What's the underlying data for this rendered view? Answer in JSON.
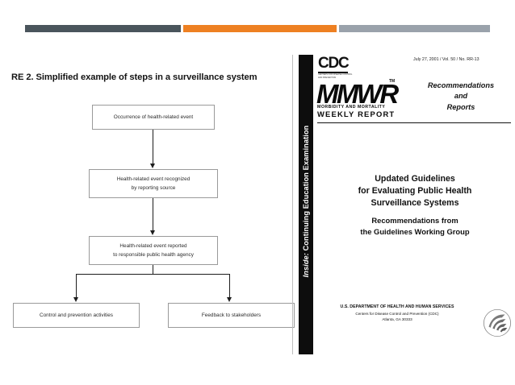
{
  "top_bar": {
    "segments": [
      {
        "name": "dark",
        "color": "#4a555c"
      },
      {
        "name": "orange",
        "color": "#ee8022"
      },
      {
        "name": "gray",
        "color": "#9aa2ab"
      }
    ]
  },
  "flowchart": {
    "title": "RE 2. Simplified example of steps in a surveillance system",
    "boxes": [
      {
        "id": "occurrence",
        "line1": "Occurrence of health-related event",
        "line2": ""
      },
      {
        "id": "recognized",
        "line1": "Health-related event recognized",
        "line2": "by reporting source"
      },
      {
        "id": "reported",
        "line1": "Health-related event reported",
        "line2": "to responsible public health agency"
      },
      {
        "id": "control",
        "line1": "Control and prevention activities",
        "line2": ""
      },
      {
        "id": "feedback",
        "line1": "Feedback to stakeholders",
        "line2": ""
      }
    ]
  },
  "cover": {
    "inside_label_italic": "Inside:",
    "inside_label_rest": " Continuing Education Examination",
    "cdc_logo": "CDC",
    "cdc_tagline": "CENTERS FOR DISEASE CONTROL AND PREVENTION",
    "issue_line": "July 27, 2001 / Vol. 50 / No. RR-13",
    "mmwr_logo": "MMWR",
    "mmwr_tm": "TM",
    "mmwr_sub_line1": "MORBIDITY AND MORTALITY",
    "mmwr_sub_line2": "WEEKLY REPORT",
    "recommendations_line1": "Recommendations",
    "recommendations_line2": "and",
    "recommendations_line3": "Reports",
    "title_line1": "Updated Guidelines",
    "title_line2": "for Evaluating Public Health",
    "title_line3": "Surveillance Systems",
    "subtitle_line1": "Recommendations from",
    "subtitle_line2": "the Guidelines Working Group",
    "footer_agency": "U.S. DEPARTMENT OF HEALTH AND HUMAN SERVICES",
    "footer_center": "Centers for Disease Control and Prevention (CDC)",
    "footer_city": "Atlanta, GA 30333"
  }
}
